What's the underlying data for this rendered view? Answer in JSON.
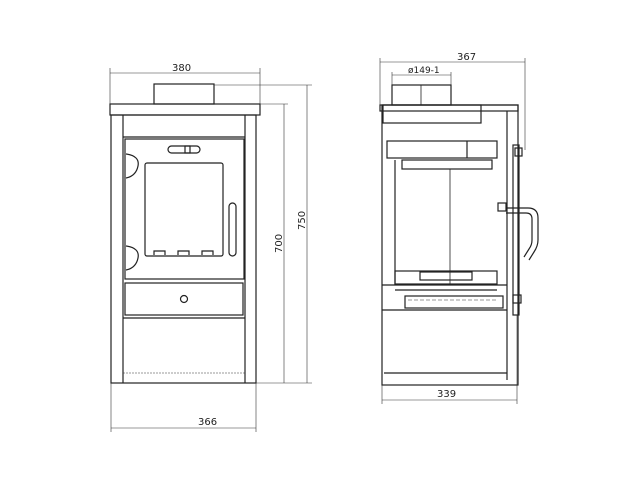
{
  "front_view": {
    "dim_top_width": "380",
    "dim_bottom_width": "366",
    "dim_height_body": "700",
    "dim_height_total": "750"
  },
  "side_view": {
    "dim_top_depth": "367",
    "dim_flue_diameter": "ø149-1",
    "dim_bottom_depth": "339"
  }
}
